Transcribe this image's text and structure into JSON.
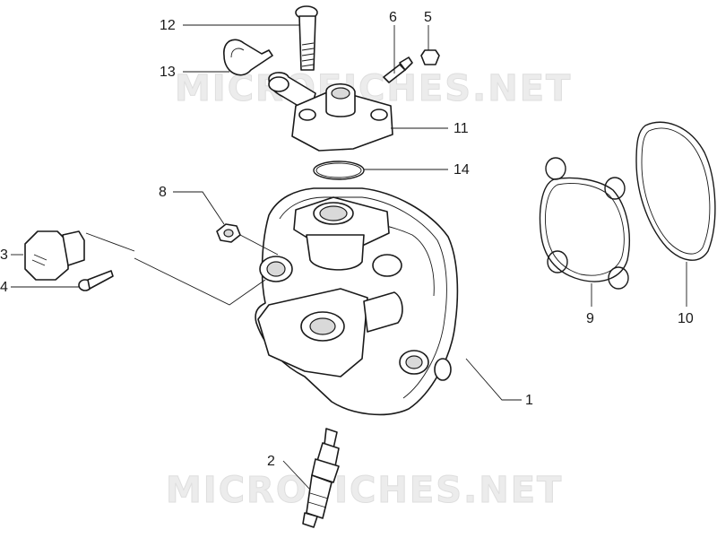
{
  "watermark": {
    "text": "MICROFICHES.NET"
  },
  "callouts": {
    "p1": "1",
    "p2": "2",
    "p3": "3",
    "p4": "4",
    "p5": "5",
    "p6": "6",
    "p7": "8",
    "p9": "9",
    "p10": "10",
    "p11": "11",
    "p12": "12",
    "p13": "13",
    "p14": "14"
  },
  "icons": {
    "spark_plug": "spark-plug-icon",
    "cylinder_head": "cylinder-head-icon",
    "gasket": "gasket-icon"
  }
}
